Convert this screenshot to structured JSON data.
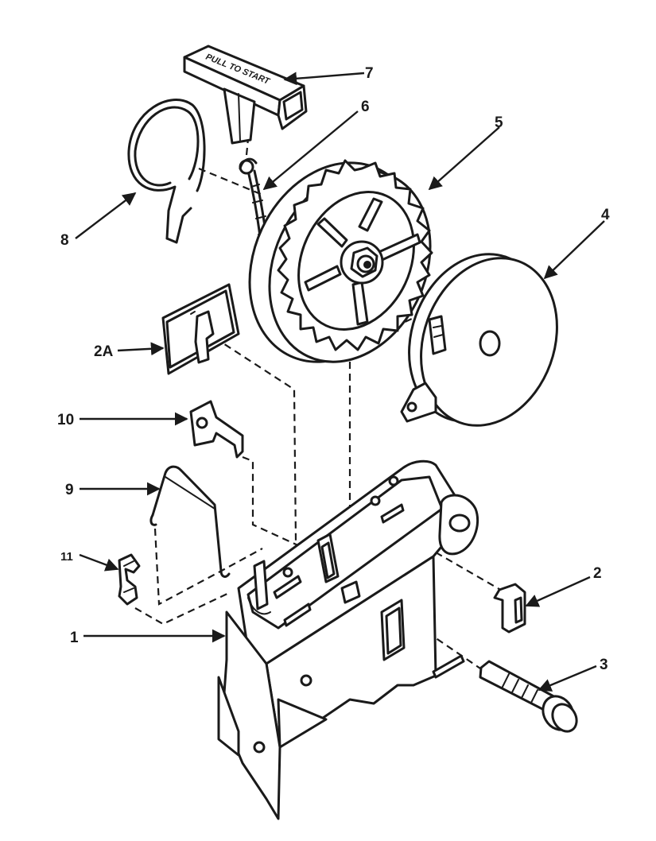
{
  "handle_text": "PULL TO START",
  "callouts": {
    "c1": "1",
    "c2": "2",
    "c2a": "2A",
    "c3": "3",
    "c4": "4",
    "c5": "5",
    "c6": "6",
    "c7": "7",
    "c8": "8",
    "c9": "9",
    "c10": "10",
    "c11": "11"
  },
  "colors": {
    "ink": "#1a1a1a",
    "paper": "#ffffff"
  }
}
